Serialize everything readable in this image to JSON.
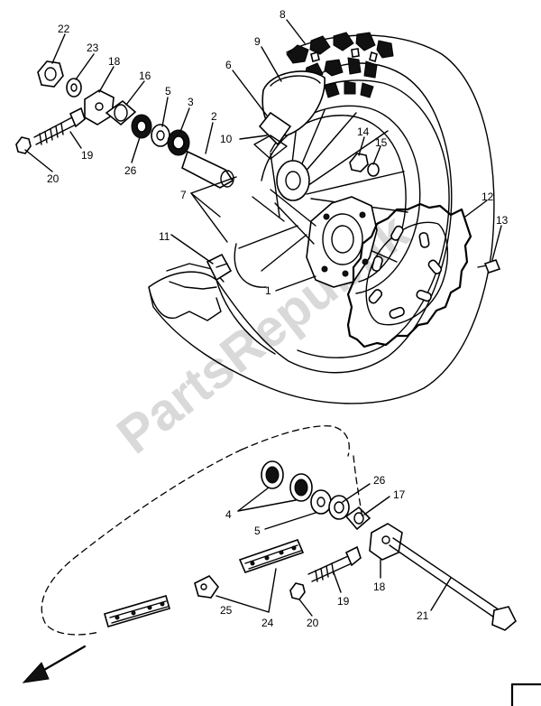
{
  "watermark": "PartsRepublik",
  "callouts": {
    "c1": "1",
    "c2": "2",
    "c3": "3",
    "c4": "4",
    "c5a": "5",
    "c5b": "5",
    "c6": "6",
    "c7": "7",
    "c8": "8",
    "c9": "9",
    "c10": "10",
    "c11": "11",
    "c12": "12",
    "c13": "13",
    "c14": "14",
    "c15": "15",
    "c16": "16",
    "c17": "17",
    "c18a": "18",
    "c18b": "18",
    "c19a": "19",
    "c19b": "19",
    "c20a": "20",
    "c20b": "20",
    "c21": "21",
    "c22": "22",
    "c23": "23",
    "c24": "24",
    "c25": "25",
    "c26a": "26",
    "c26b": "26"
  }
}
